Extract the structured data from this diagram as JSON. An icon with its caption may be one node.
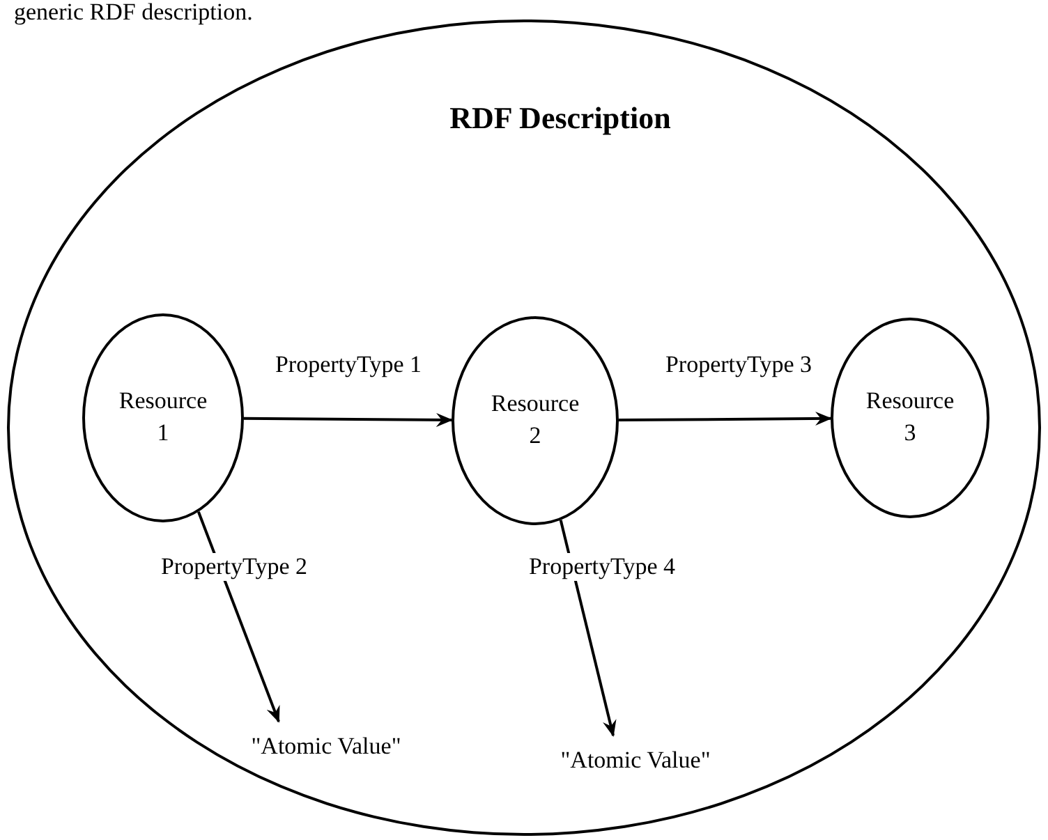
{
  "diagram": {
    "caption": "generic RDF description.",
    "nodes": [
      {
        "text": [
          "RDF Description"
        ]
      },
      {
        "text": [
          "Resource 1"
        ],
        "in": 0
      },
      {
        "text": [
          "Resource 2"
        ],
        "in": 0
      },
      {
        "text": [
          "Resource 3"
        ],
        "in": 0
      },
      {
        "text": [
          "\"Atomic Value\""
        ],
        "in": 0
      },
      {
        "text": [
          "\"Atomic Value\""
        ],
        "in": 0
      }
    ],
    "edges": [
      {
        "from": 1,
        "to": 2,
        "arrow": "to",
        "label": "PropertyType 1"
      },
      {
        "from": 2,
        "to": 3,
        "arrow": "to",
        "label": "PropertyType 3"
      },
      {
        "from": 1,
        "to": 4,
        "arrow": "to",
        "label": "PropertyType 2"
      },
      {
        "from": 2,
        "to": 5,
        "arrow": "to",
        "label": "PropertyType 4"
      }
    ]
  }
}
